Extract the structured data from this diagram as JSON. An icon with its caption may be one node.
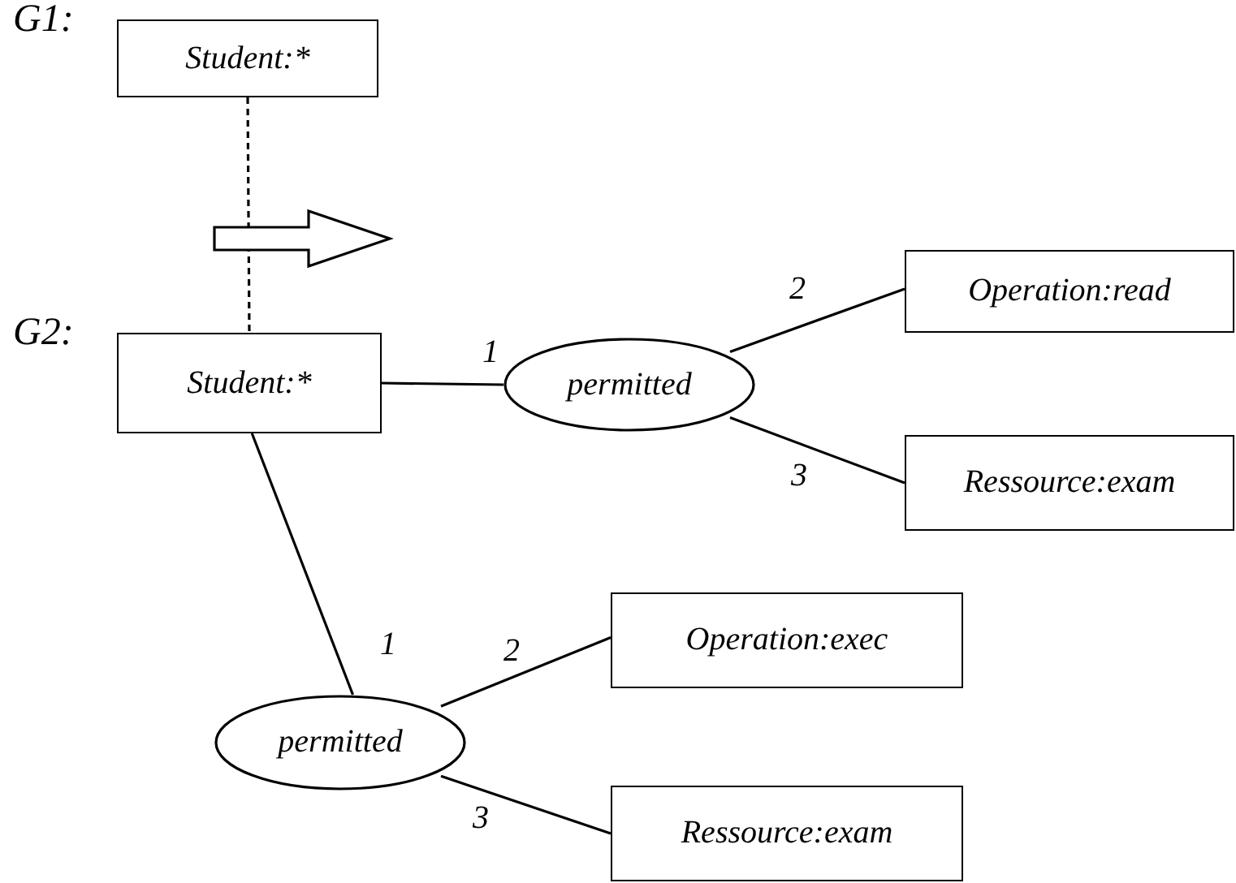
{
  "diagram": {
    "nodes": [
      {
        "text": [
          "Student:*"
        ]
      },
      {
        "text": [
          "Student:*"
        ]
      },
      {
        "text": [
          "permitted"
        ]
      },
      {
        "text": [
          "Operation:read"
        ]
      },
      {
        "text": [
          "Ressource:exam"
        ]
      },
      {
        "text": [
          "permitted"
        ]
      },
      {
        "text": [
          "Operation:exec"
        ]
      },
      {
        "text": [
          "Ressource:exam"
        ]
      }
    ],
    "edges": [
      {
        "from": 0,
        "to": 1,
        "arrow": "none",
        "style": "dashed"
      },
      {
        "from": 1,
        "to": 2,
        "arrow": "none",
        "label": "1"
      },
      {
        "from": 2,
        "to": 3,
        "arrow": "none",
        "label": "2"
      },
      {
        "from": 2,
        "to": 4,
        "arrow": "none",
        "label": "3"
      },
      {
        "from": 1,
        "to": 5,
        "arrow": "none",
        "label": "1"
      },
      {
        "from": 5,
        "to": 6,
        "arrow": "none",
        "label": "2"
      },
      {
        "from": 5,
        "to": 7,
        "arrow": "none",
        "label": "3"
      }
    ],
    "labels": [
      "G1:",
      "G2:"
    ]
  }
}
